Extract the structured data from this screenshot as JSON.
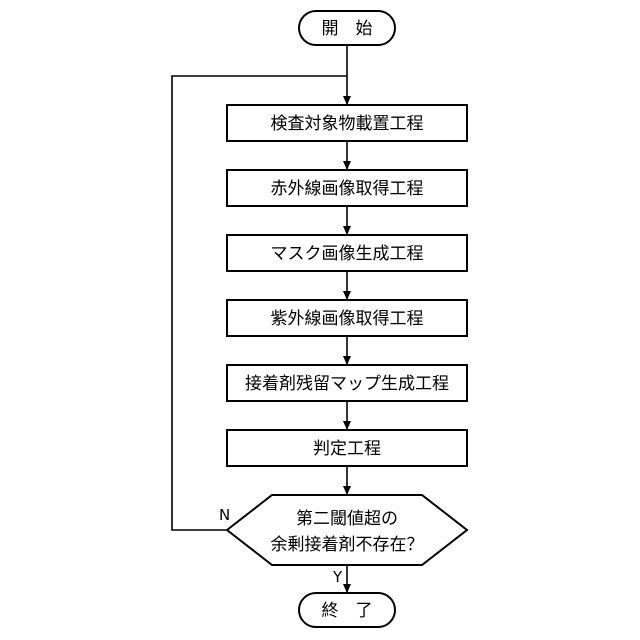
{
  "flowchart": {
    "start": "開　始",
    "steps": [
      "検査対象物載置工程",
      "赤外線画像取得工程",
      "マスク画像生成工程",
      "紫外線画像取得工程",
      "接着剤残留マップ生成工程",
      "判定工程"
    ],
    "decision": {
      "line1": "第二閾値超の",
      "line2": "余剰接着剤不存在？",
      "no_label": "N",
      "yes_label": "Y"
    },
    "end": "終　了"
  }
}
